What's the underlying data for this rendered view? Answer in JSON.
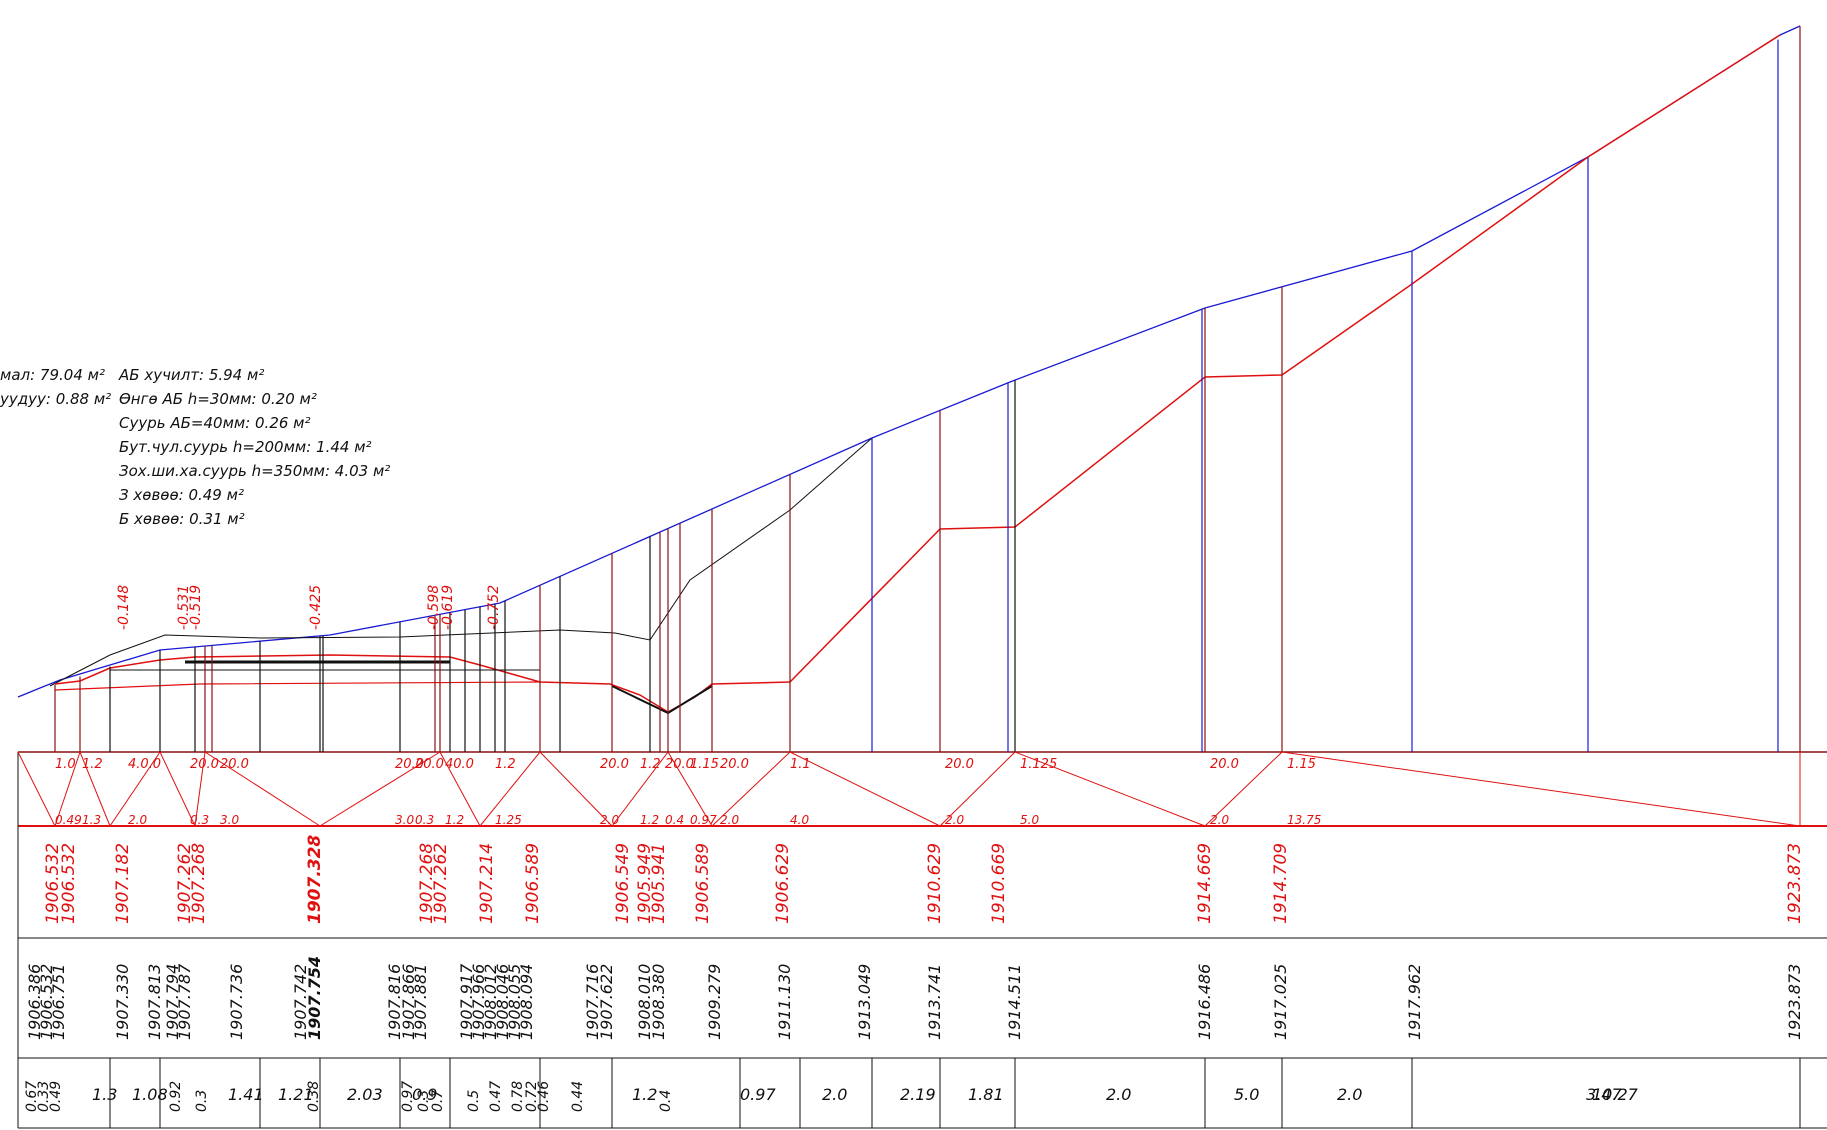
{
  "colors": {
    "ground_line": "#1a1ad4",
    "design_line": "#e01010",
    "construction": "#111111",
    "background": "#ffffff"
  },
  "notes_left": [
    "мал: 79.04 м²",
    "уудуу: 0.88 м²"
  ],
  "notes_right": [
    "АБ хучилт: 5.94 м²",
    "Өнгө АБ h=30мм: 0.20 м²",
    "Суурь АБ=40мм: 0.26 м²",
    "Бут.чул.суурь h=200мм: 1.44 м²",
    "Зох.ши.ха.суурь h=350мм: 4.03 м²",
    "З хөвөө: 0.49 м²",
    "Б хөвөө: 0.31 м²"
  ],
  "surface_labels": [
    "-0.148",
    "-0.531",
    "-0.519",
    "-0.425",
    "-0.598",
    "-0.619",
    "-0.752"
  ],
  "slope_row_top": [
    "1.0",
    "1.2",
    "4.0.0",
    "20.0",
    "20.0",
    "20.0",
    "20.0",
    "40.0",
    "1.2",
    "20.0",
    "1.2",
    "20.0",
    "1.15",
    "20.0",
    "1.1",
    "20.0",
    "1.125",
    "20.0",
    "1.15"
  ],
  "slope_row_bottom": [
    "0.49",
    "1.3",
    "2.0",
    "0.3",
    "3.0",
    "3.0",
    "0.3",
    "1.2",
    "1.25",
    "2.0",
    "1.2",
    "0.4",
    "0.97",
    "2.0",
    "4.0",
    "2.0",
    "5.0",
    "2.0",
    "13.75"
  ],
  "design_elevations": [
    "1906.532",
    "1906.532",
    "1907.182",
    "1907.262",
    "1907.268",
    "1907.328",
    "1907.268",
    "1907.262",
    "1907.214",
    "1906.589",
    "1906.549",
    "1905.949",
    "1905.941",
    "1906.589",
    "1906.629",
    "1910.629",
    "1910.669",
    "1914.669",
    "1914.709",
    "1923.873"
  ],
  "ground_elevations": [
    "1906.386",
    "1906.532",
    "1906.751",
    "1907.330",
    "1907.813",
    "1907.794",
    "1907.787",
    "1907.736",
    "1907.742",
    "1907.754",
    "1907.816",
    "1907.866",
    "1907.881",
    "1907.917",
    "1907.966",
    "1908.012",
    "1908.046",
    "1908.055",
    "1908.094",
    "1907.716",
    "1907.622",
    "1908.010",
    "1908.380",
    "1909.279",
    "1911.130",
    "1913.049",
    "1913.741",
    "1914.511",
    "1916.486",
    "1917.025",
    "1917.962",
    "1923.873"
  ],
  "distances_small": [
    "0.67",
    "0.33",
    "0.49",
    "0.92",
    "0.3",
    "0.38",
    "0.97",
    "0.3",
    "0.7",
    "0.5",
    "0.47",
    "0.78",
    "0.72",
    "0.46",
    "0.44",
    "0.4"
  ],
  "distances_main": [
    "1.3",
    "1.08",
    "1.41",
    "1.21",
    "2.03",
    "0.9",
    "1.2",
    "0.97",
    "2.0",
    "2.19",
    "1.81",
    "2.0",
    "5.0",
    "2.0",
    "3.47",
    "10.27"
  ]
}
